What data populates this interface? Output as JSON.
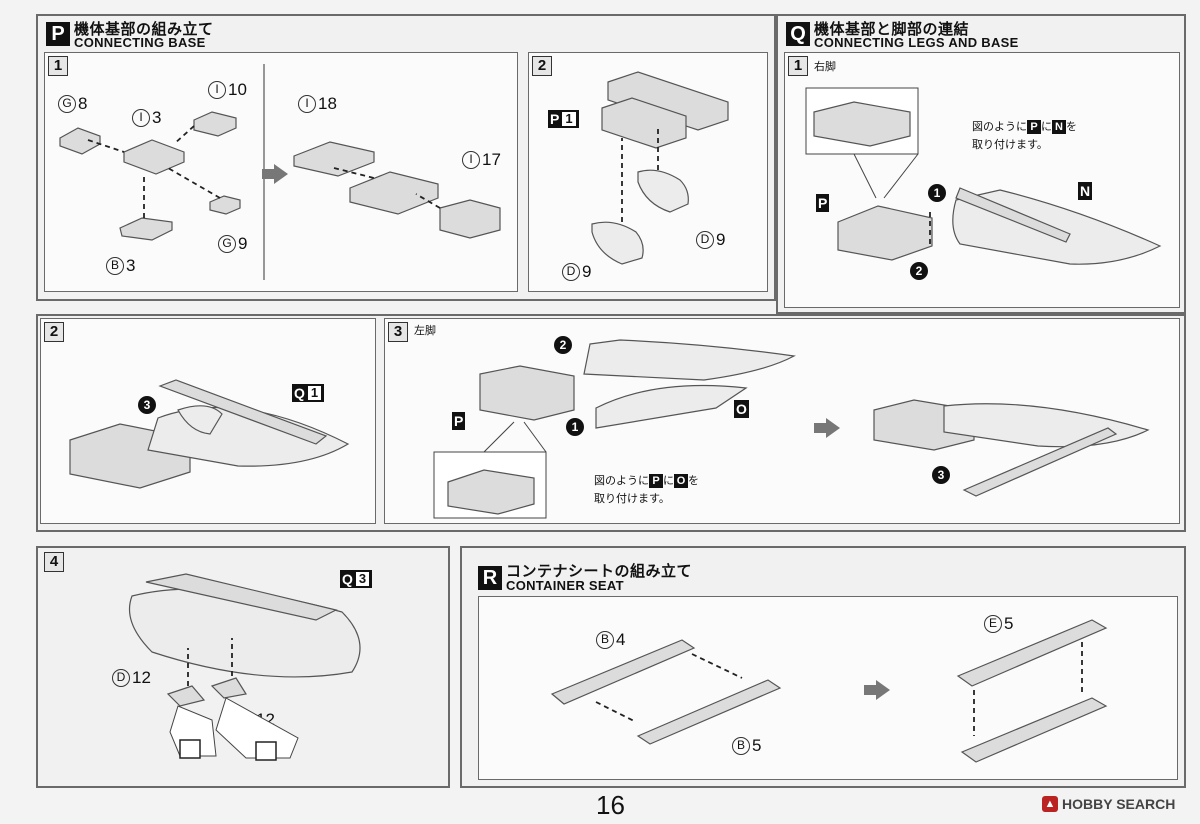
{
  "sections": {
    "p": {
      "letter": "P",
      "title_jp": "機体基部の組み立て",
      "title_en": "CONNECTING BASE"
    },
    "q": {
      "letter": "Q",
      "title_jp": "機体基部と脚部の連結",
      "title_en": "CONNECTING LEGS AND BASE"
    },
    "r": {
      "letter": "R",
      "title_jp": "コンテナシートの組み立て",
      "title_en": "CONTAINER SEAT"
    }
  },
  "steps": {
    "p1": "1",
    "p2": "2",
    "q1": "1",
    "s2": "2",
    "s3": "3",
    "s4": "4"
  },
  "side_labels": {
    "right_leg": "右脚",
    "left_leg": "左脚"
  },
  "parts": {
    "g8": {
      "letter": "G",
      "num": "8"
    },
    "i3": {
      "letter": "I",
      "num": "3"
    },
    "i10": {
      "letter": "I",
      "num": "10"
    },
    "b3": {
      "letter": "B",
      "num": "3"
    },
    "g9": {
      "letter": "G",
      "num": "9"
    },
    "i18": {
      "letter": "I",
      "num": "18"
    },
    "i17": {
      "letter": "I",
      "num": "17"
    },
    "d9a": {
      "letter": "D",
      "num": "9"
    },
    "d9b": {
      "letter": "D",
      "num": "9"
    },
    "d12a": {
      "letter": "D",
      "num": "12"
    },
    "d12b": {
      "letter": "D",
      "num": "12"
    },
    "b4": {
      "letter": "B",
      "num": "4"
    },
    "b5": {
      "letter": "B",
      "num": "5"
    },
    "e5": {
      "letter": "E",
      "num": "5"
    }
  },
  "tags": {
    "p1": {
      "letter": "P",
      "num": "1"
    },
    "q1": {
      "letter": "Q",
      "num": "1"
    },
    "q3": {
      "letter": "Q",
      "num": "3"
    },
    "p": "P",
    "n": "N",
    "o": "O",
    "p3": "P"
  },
  "notes": {
    "q1_line1a": "図のように",
    "q1_p": "P",
    "q1_ni": "に",
    "q1_n": "N",
    "q1_wo": "を",
    "q1_line2": "取り付けます。",
    "s3_line1a": "図のように",
    "s3_p": "P",
    "s3_ni": "に",
    "s3_o": "O",
    "s3_wo": "を",
    "s3_line2": "取り付けます。"
  },
  "order": {
    "one": "1",
    "two": "2",
    "three": "3"
  },
  "page_number": "16",
  "watermark": "HOBBY SEARCH",
  "colors": {
    "frame": "#6a6a6a",
    "part_fill": "#dcdcdc",
    "tag_bg": "#111111"
  }
}
